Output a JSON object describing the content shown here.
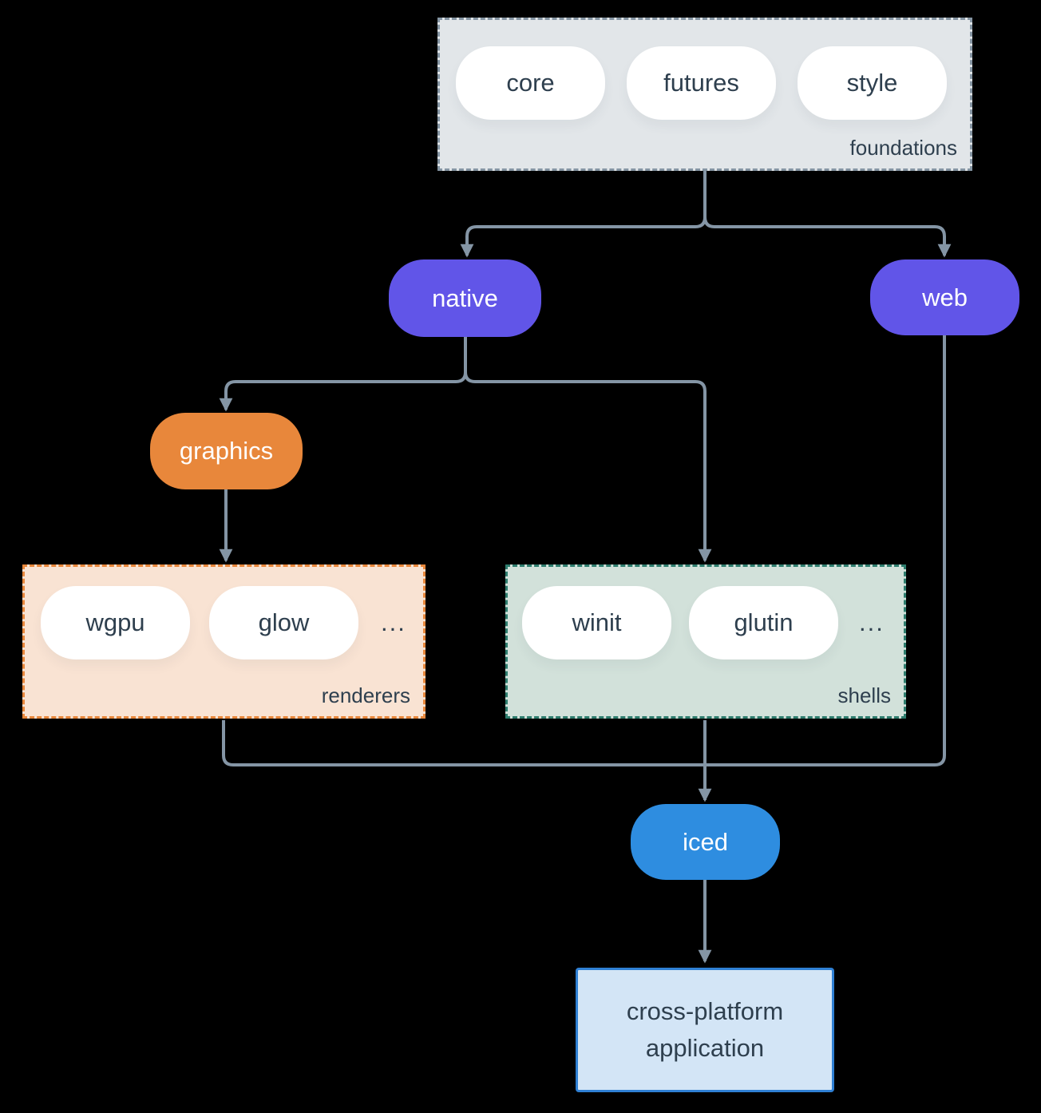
{
  "colors": {
    "background": "#000000",
    "connector": "#8495a5",
    "text_dark": "#2e3f4e",
    "pill_purple": "#6155e8",
    "pill_orange": "#e8873b",
    "pill_blue": "#2e8de0",
    "pill_white": "#ffffff",
    "foundations_bg": "#e2e6e9",
    "foundations_border": "#8595a3",
    "renderers_bg": "#f9e3d3",
    "renderers_border": "#e8873b",
    "shells_bg": "#d2e1da",
    "shells_border": "#2e7d6e",
    "app_bg": "#d3e5f6",
    "app_border": "#2f80d4"
  },
  "foundations": {
    "label": "foundations",
    "items": [
      "core",
      "futures",
      "style"
    ]
  },
  "nodes": {
    "native": "native",
    "web": "web",
    "graphics": "graphics",
    "iced": "iced"
  },
  "renderers": {
    "label": "renderers",
    "items": [
      "wgpu",
      "glow"
    ],
    "ellipsis": "..."
  },
  "shells": {
    "label": "shells",
    "items": [
      "winit",
      "glutin"
    ],
    "ellipsis": "..."
  },
  "application": {
    "label": "cross-platform application"
  }
}
